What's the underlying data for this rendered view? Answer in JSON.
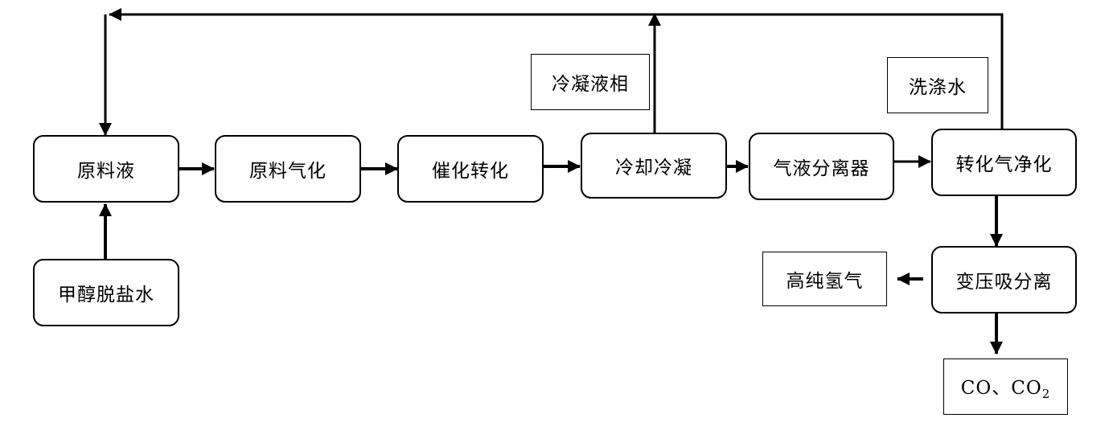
{
  "nodes": {
    "raw_liquid": "原料液",
    "methanol_water": "甲醇脱盐水",
    "raw_vaporization": "原料气化",
    "catalytic_conversion": "催化转化",
    "cooling_condensation": "冷却冷凝",
    "condensate_phase": "冷凝液相",
    "gas_liquid_separator": "气液分离器",
    "wash_water": "洗涤水",
    "shift_gas_purification": "转化气净化",
    "psa_separation": "变压吸分离",
    "high_purity_hydrogen": "高纯氢气",
    "co_co2": {
      "prefix": "CO、CO",
      "subscript": "2"
    }
  }
}
